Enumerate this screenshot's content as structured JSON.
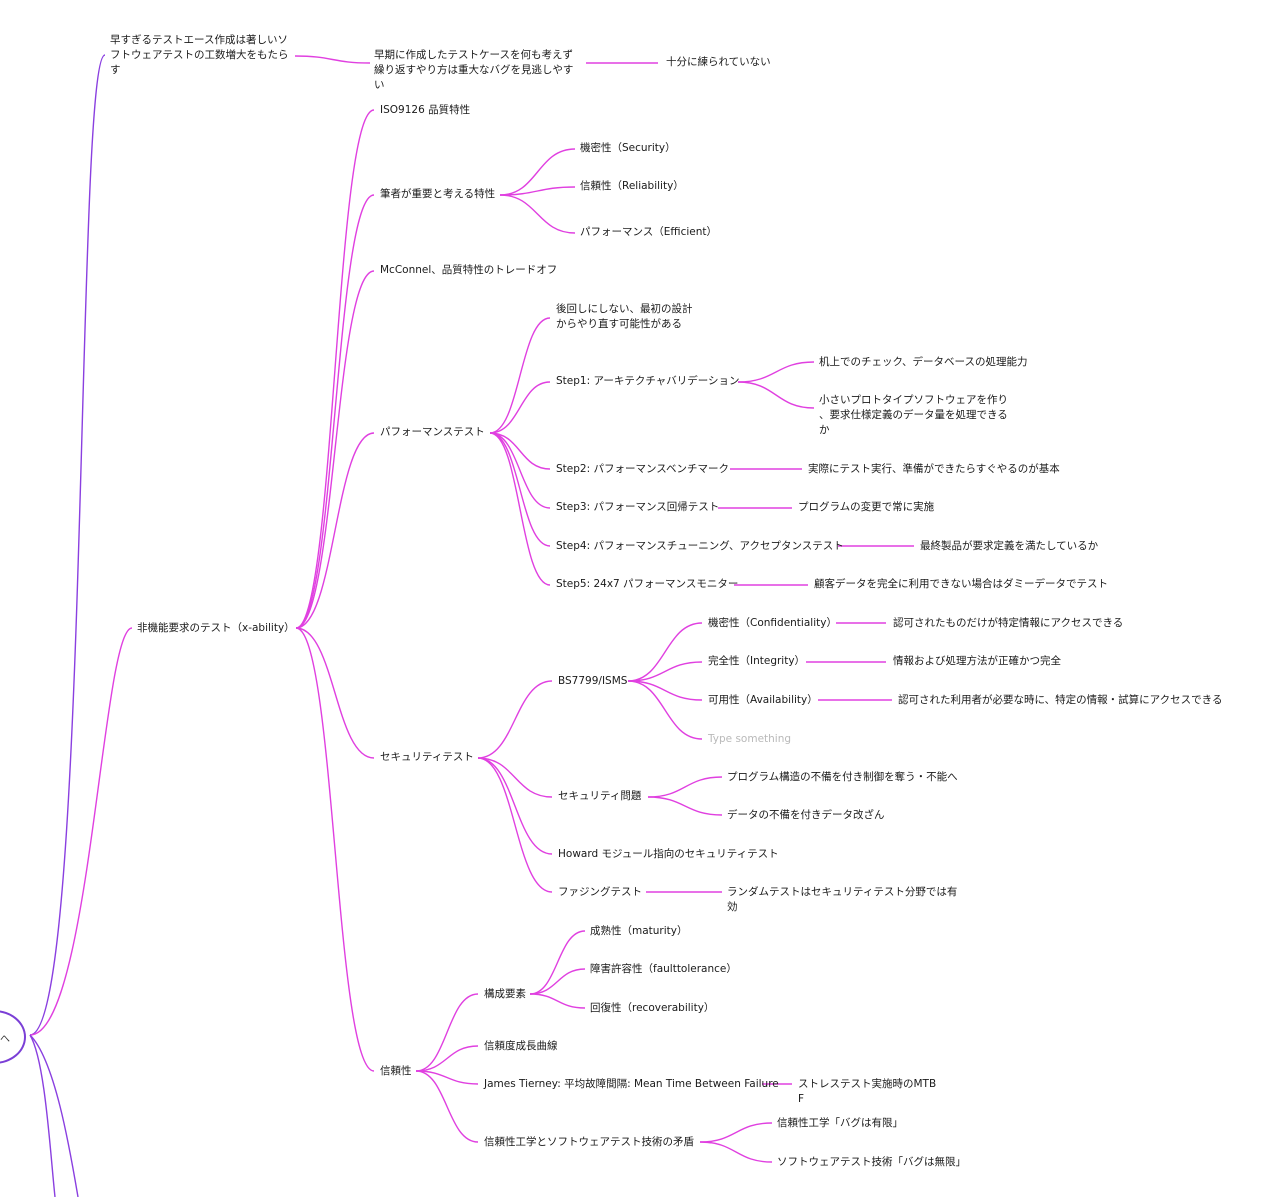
{
  "colors": {
    "edge": "#e040e0",
    "edge_root": "#8a3fe0"
  },
  "root": {
    "label": "へ"
  },
  "nodes": {
    "n1": "早すぎるテストエース作成は著しいソ\nフトウェアテストの工数増大をもたら\nす",
    "n2": "早期に作成したテストケースを何も考えず\n繰り返すやり方は重大なバグを見逃しやす\nい",
    "n3": "十分に練られていない",
    "n4": "非機能要求のテスト（x-ability）",
    "n5": "ISO9126 品質特性",
    "n6": "筆者が重要と考える特性",
    "n7": "機密性（Security）",
    "n8": "信頼性（Reliability）",
    "n9": "パフォーマンス（Efficient）",
    "n10": "McConnel、品質特性のトレードオフ",
    "n11": "パフォーマンステスト",
    "n12": "後回しにしない、最初の設計\nからやり直す可能性がある",
    "n13": "Step1: アーキテクチャバリデーション",
    "n14": "机上でのチェック、データベースの処理能力",
    "n15": "小さいプロトタイプソフトウェアを作り\n、要求仕様定義のデータ量を処理できる\nか",
    "n16": "Step2: パフォーマンスベンチマーク",
    "n17": "実際にテスト実行、準備ができたらすぐやるのが基本",
    "n18": "Step3: パフォーマンス回帰テスト",
    "n19": "プログラムの変更で常に実施",
    "n20": "Step4: パフォーマンスチューニング、アクセプタンステスト",
    "n21": "最終製品が要求定義を満たしているか",
    "n22": "Step5: 24x7 パフォーマンスモニター",
    "n23": "顧客データを完全に利用できない場合はダミーデータでテスト",
    "n24": "セキュリティテスト",
    "n25": "BS7799/ISMS",
    "n26": "機密性（Confidentiality）",
    "n27": "認可されたものだけが特定情報にアクセスできる",
    "n28": "完全性（Integrity）",
    "n29": "情報および処理方法が正確かつ完全",
    "n30": "可用性（Availability）",
    "n31": "認可された利用者が必要な時に、特定の情報・試算にアクセスできる",
    "n32": "Type something",
    "n33": "セキュリティ問題",
    "n34": "プログラム構造の不備を付き制御を奪う・不能へ",
    "n35": "データの不備を付きデータ改ざん",
    "n36": "Howard モジュール指向のセキュリティテスト",
    "n37": "ファジングテスト",
    "n38": "ランダムテストはセキュリティテスト分野では有\n効",
    "n39": "信頼性",
    "n40": "構成要素",
    "n41": "成熟性（maturity）",
    "n42": "障害許容性（faulttolerance）",
    "n43": "回復性（recoverability）",
    "n44": "信頼度成長曲線",
    "n45": "James Tierney: 平均故障間隔: Mean Time Between Failure",
    "n46": "ストレステスト実施時のMTB\nF",
    "n47": "信頼性工学とソフトウェアテスト技術の矛盾",
    "n48": "信頼性工学「バグは有限」",
    "n49": "ソフトウェアテスト技術「バグは無限」"
  }
}
